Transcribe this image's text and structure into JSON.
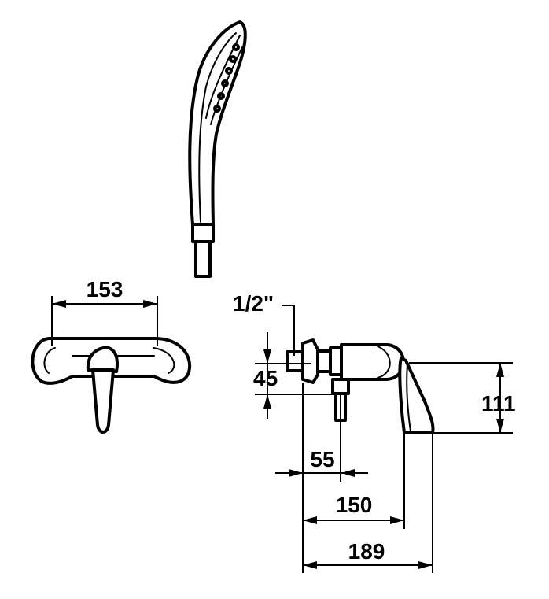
{
  "diagram": {
    "front_width": "153",
    "connection_size": "1/2\"",
    "inlet_height": "45",
    "side_height": "111",
    "outlet_offset": "55",
    "body_depth": "150",
    "total_depth": "189"
  },
  "colors": {
    "line": "#000000",
    "background": "#ffffff"
  }
}
